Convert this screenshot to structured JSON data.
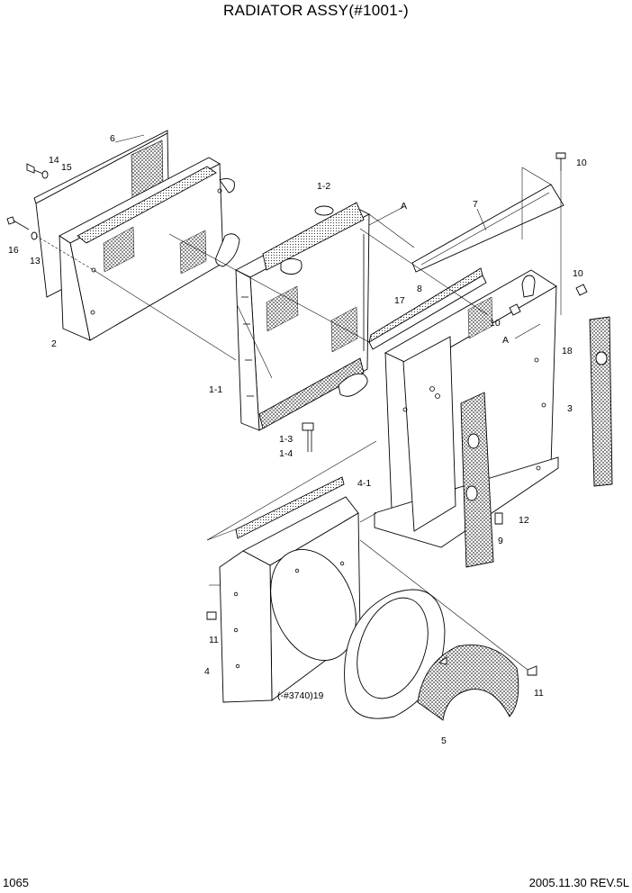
{
  "title": "RADIATOR ASSY(#1001-)",
  "page_number": "1065",
  "revision": "2005.11.30 REV.5L",
  "callouts": {
    "c6": "6",
    "c14": "14",
    "c15": "15",
    "c16": "16",
    "c13": "13",
    "c2": "2",
    "c1_2": "1-2",
    "cA1": "A",
    "c7": "7",
    "c10a": "10",
    "c10b": "10",
    "c10c": "10",
    "c17": "17",
    "c8": "8",
    "cA2": "A",
    "c18": "18",
    "c1_1": "1-1",
    "c3": "3",
    "c1_3": "1-3",
    "c1_4": "1-4",
    "c4_1": "4-1",
    "c12": "12",
    "c9": "9",
    "c11a": "11",
    "c4": "4",
    "c19": "(-#3740)19",
    "c11b": "11",
    "c5": "5"
  }
}
